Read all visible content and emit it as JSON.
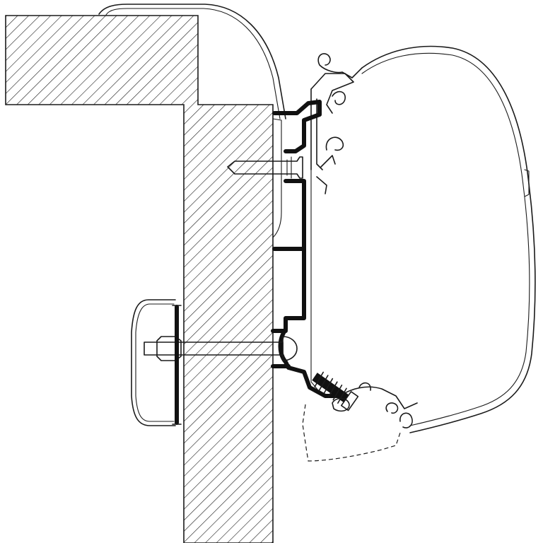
{
  "diagram": {
    "kind": "cross-section technical drawing",
    "colors": {
      "line": "#1a1a1a",
      "fill": "#111111",
      "background": "#ffffff"
    },
    "parts": [
      {
        "id": "wall-section",
        "icon": "hatched-wall-icon"
      },
      {
        "id": "roof-cap",
        "icon": "rounded-cap-profile-icon"
      },
      {
        "id": "awning-case",
        "icon": "awning-cassette-icon"
      },
      {
        "id": "adapter-bracket",
        "icon": "bold-bracket-icon"
      },
      {
        "id": "wood-screw",
        "icon": "screw-icon"
      },
      {
        "id": "through-bolt",
        "icon": "bolt-nut-icon"
      },
      {
        "id": "backing-plate",
        "icon": "backing-plate-icon"
      },
      {
        "id": "tapping-screw",
        "icon": "self-tapping-screw-icon"
      },
      {
        "id": "lower-profile-dashed",
        "icon": "dashed-outline-icon"
      }
    ]
  }
}
